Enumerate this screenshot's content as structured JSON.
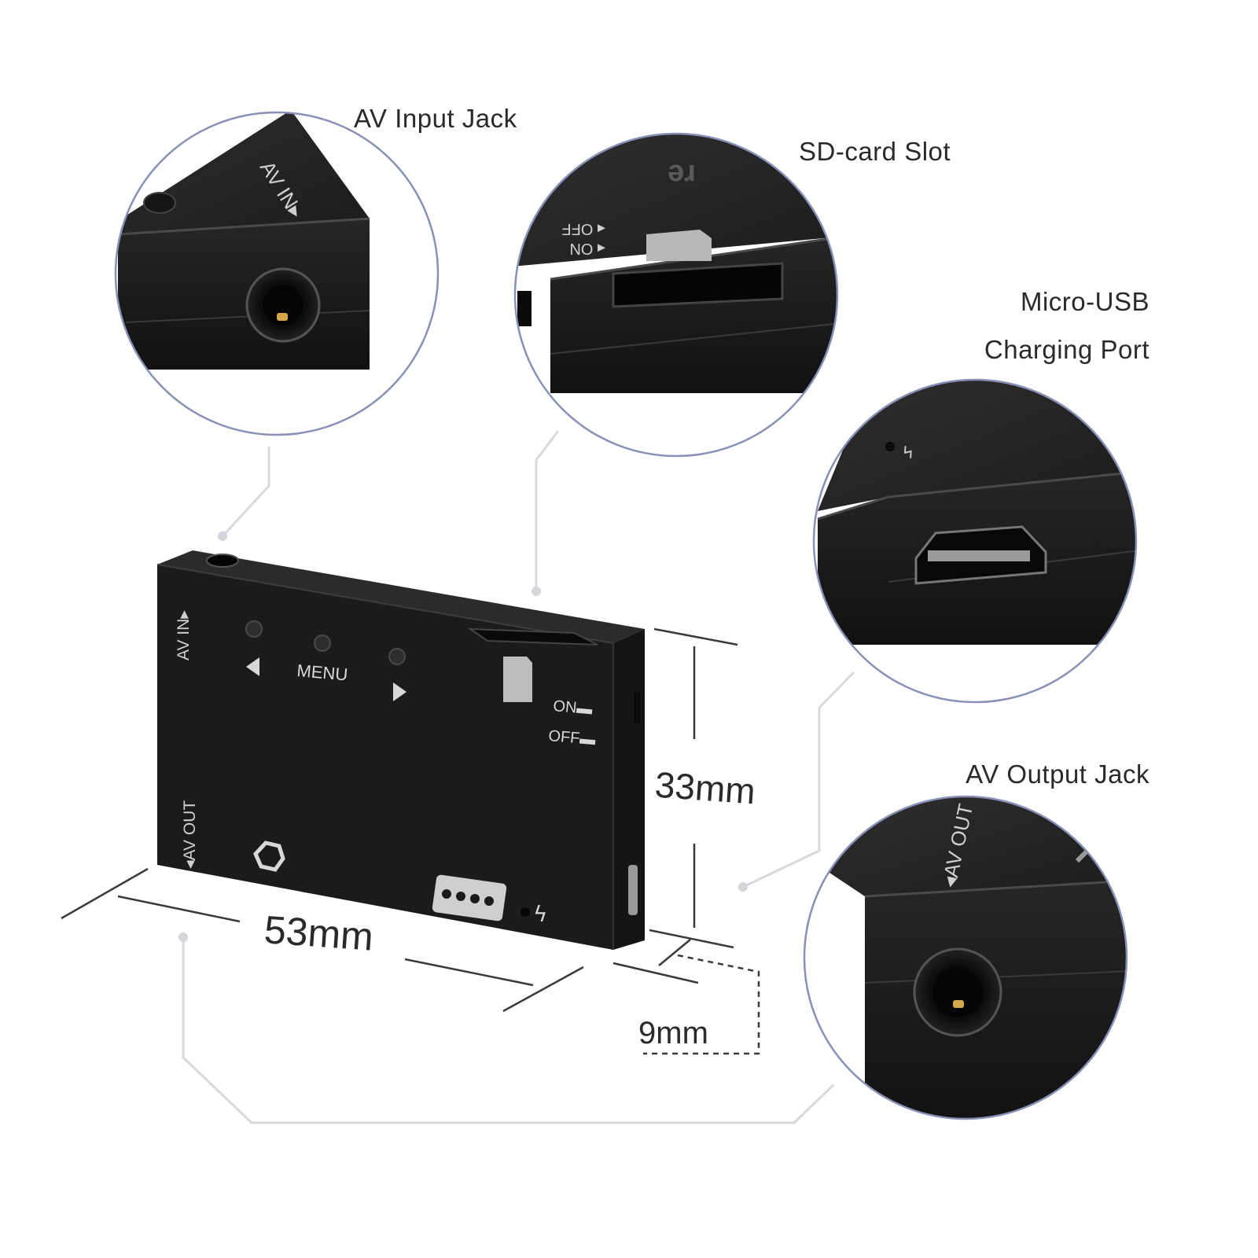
{
  "callouts": {
    "av_input_jack": "AV Input Jack",
    "sd_card_slot": "SD-card Slot",
    "micro_usb_line1": "Micro-USB",
    "micro_usb_line2": "Charging Port",
    "av_output_jack": "AV Output Jack"
  },
  "dimensions": {
    "width": "53mm",
    "height": "33mm",
    "depth": "9mm"
  },
  "device": {
    "av_in": "AV IN",
    "av_out": "AV OUT",
    "menu": "MENU",
    "on": "ON",
    "off": "OFF"
  },
  "colors": {
    "body": "#1b1b1b",
    "outline": "#8a8fb8",
    "leader": "#d8d8de",
    "text": "#2a2a2a"
  }
}
